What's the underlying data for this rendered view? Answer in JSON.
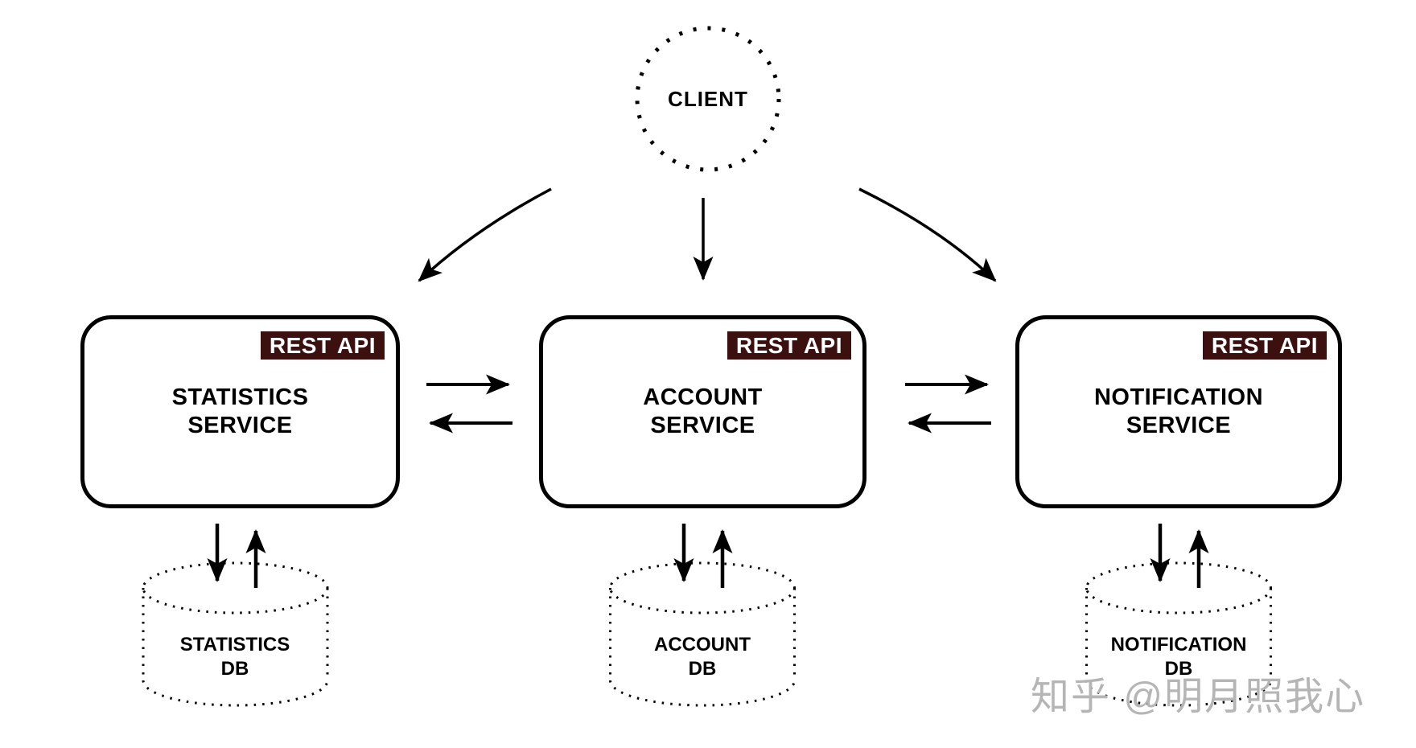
{
  "client": {
    "label": "CLIENT"
  },
  "services": [
    {
      "id": "statistics",
      "badge": "REST API",
      "title_line1": "STATISTICS",
      "title_line2": "SERVICE",
      "db_line1": "STATISTICS",
      "db_line2": "DB"
    },
    {
      "id": "account",
      "badge": "REST API",
      "title_line1": "ACCOUNT",
      "title_line2": "SERVICE",
      "db_line1": "ACCOUNT",
      "db_line2": "DB"
    },
    {
      "id": "notification",
      "badge": "REST API",
      "title_line1": "NOTIFICATION",
      "title_line2": "SERVICE",
      "db_line1": "NOTIFICATION",
      "db_line2": "DB"
    }
  ],
  "watermark": {
    "text": "知乎 @明月照我心"
  },
  "colors": {
    "badge_bg": "#3d1010",
    "badge_text": "#ffffff",
    "line": "#000000",
    "watermark": "#b5b5b5",
    "background": "#ffffff"
  }
}
